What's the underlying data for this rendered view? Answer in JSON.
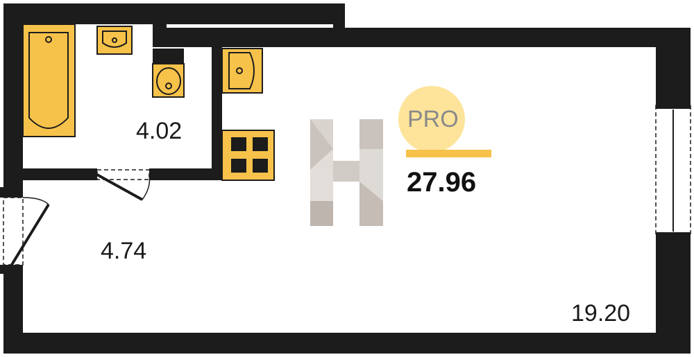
{
  "plan": {
    "rooms": [
      {
        "id": "bathroom",
        "area": "4.02"
      },
      {
        "id": "hallway",
        "area": "4.74"
      },
      {
        "id": "living",
        "area": "19.20"
      }
    ],
    "total_area": "27.96",
    "badge": "PRO",
    "colors": {
      "wall": "#1c1c1c",
      "fixture_fill": "#f7c24a",
      "fixture_stroke": "#1c1c1c",
      "badge_circle": "#fde49a",
      "badge_underline": "#f7c24a",
      "logo_light": "#d9d4cf",
      "logo_dark": "#bdb5ae"
    },
    "icons": [
      "bathtub-icon",
      "sink-icon",
      "toilet-icon",
      "kitchen-sink-icon",
      "stove-icon",
      "door-icon",
      "window-icon",
      "brand-logo"
    ]
  }
}
